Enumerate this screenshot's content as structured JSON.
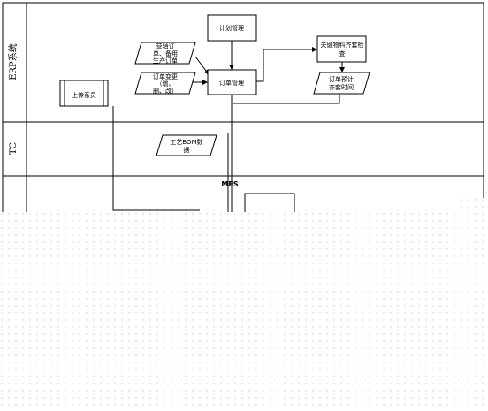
{
  "lanes": [
    {
      "id": "erp",
      "label": "ERP系统"
    },
    {
      "id": "tc",
      "label": "TC"
    },
    {
      "id": "mes",
      "label": ""
    }
  ],
  "nodes": {
    "plan_mgmt": [
      "计划管理"
    ],
    "order_mgmt": [
      "订单管理"
    ],
    "material_check": [
      "关键物料齐套检",
      "查"
    ],
    "order_time": [
      "订单预计",
      "齐套时间"
    ],
    "sales_input": [
      "营销订",
      "单、备用",
      "生产订单"
    ],
    "order_change": [
      "订单变更",
      "（增、",
      "删、改）"
    ],
    "push_bom": [
      "工艺BOM数",
      "据"
    ],
    "left_doc": [
      "上传系员"
    ],
    "mes_label": [
      "MES"
    ]
  },
  "colors": {
    "line": "#000000",
    "background": "#ffffff",
    "dots": "#c8c8c8"
  }
}
